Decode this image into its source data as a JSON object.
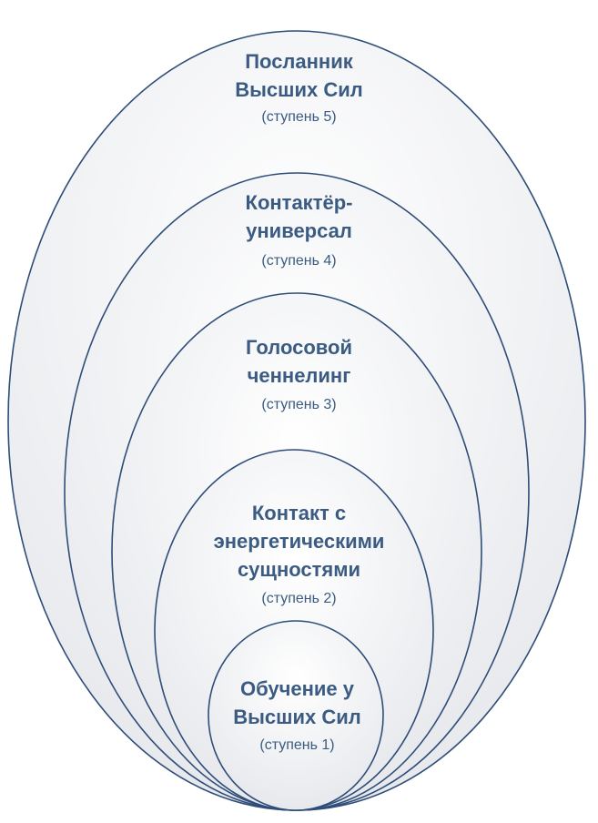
{
  "levels": [
    {
      "title": "Посланник\nВысших Сил",
      "step": "(ступень 5)"
    },
    {
      "title": "Контактёр-\nуниверсал",
      "step": "(ступень 4)"
    },
    {
      "title": "Голосовой\nченнелинг",
      "step": "(ступень 3)"
    },
    {
      "title": "Контакт с\nэнергетическими\nсущностями",
      "step": "(ступень 2)"
    },
    {
      "title": "Обучение у\nВысших Сил",
      "step": "(ступень 1)"
    }
  ],
  "colors": {
    "text": "#3b5b82",
    "outline": "#2e4d79",
    "fill_light": "#ffffff",
    "fill_dark": "#e6e8ec"
  }
}
